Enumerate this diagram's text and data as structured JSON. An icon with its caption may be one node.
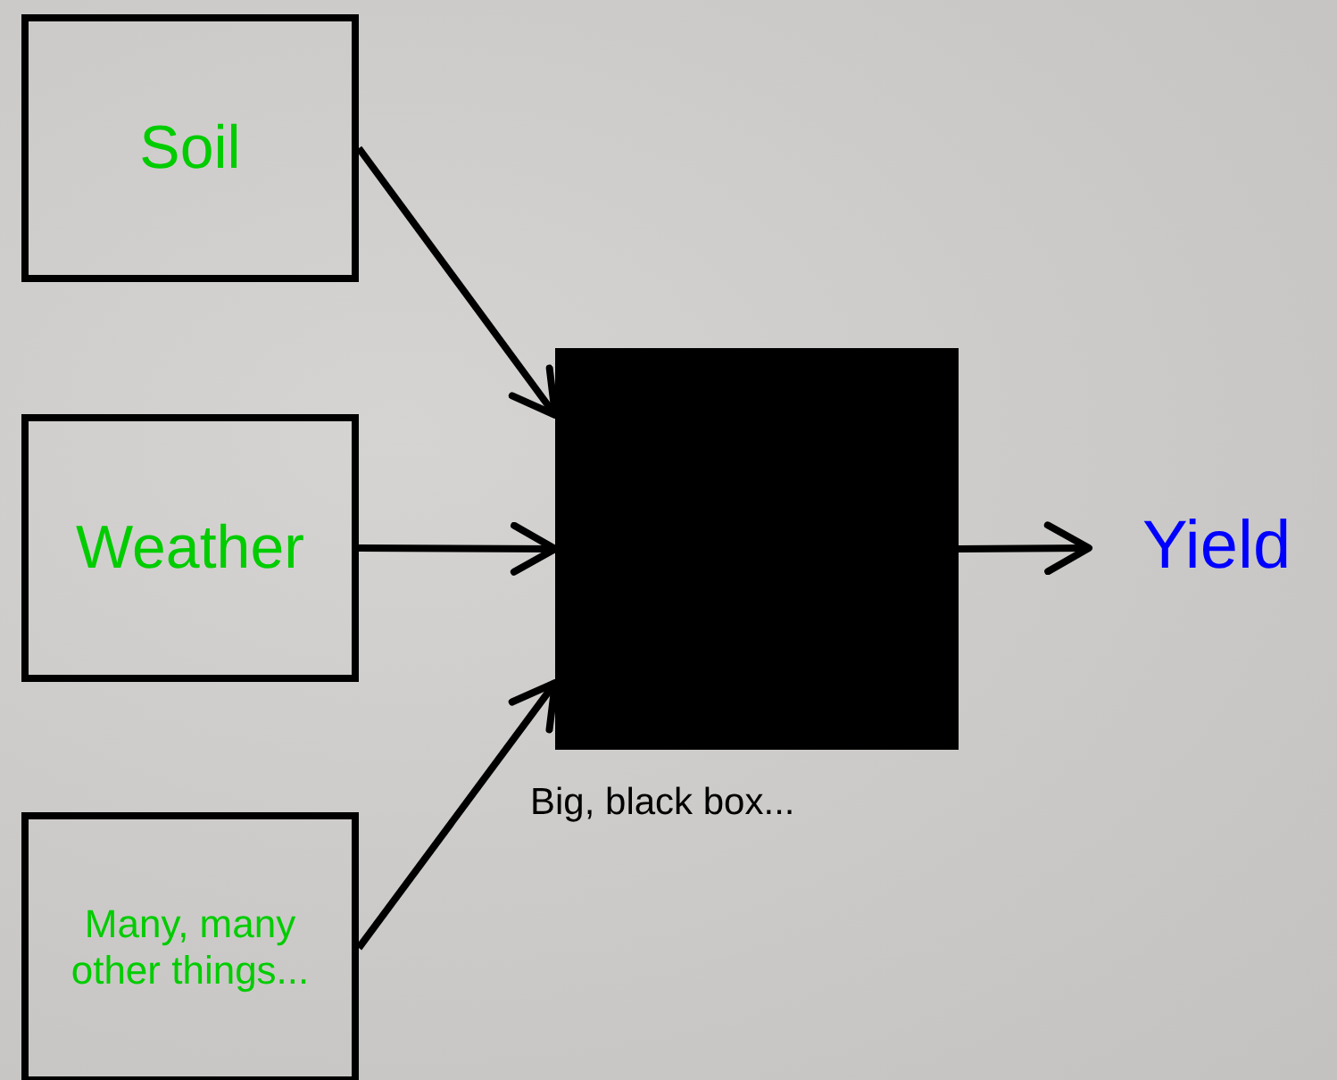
{
  "diagram": {
    "nodes": [
      {
        "text": [
          "Soil"
        ]
      },
      {
        "text": [
          "Weather"
        ]
      },
      {
        "text": [
          "Many, many other things..."
        ]
      },
      {
        "text": [],
        "shape": "box",
        "beside": [
          "Big, black box..."
        ]
      },
      {
        "text": [
          "Yield"
        ]
      }
    ],
    "edges": [
      {
        "from": 0,
        "to": 3,
        "arrow": "to"
      },
      {
        "from": 1,
        "to": 3,
        "arrow": "to"
      },
      {
        "from": 2,
        "to": 3,
        "arrow": "to"
      },
      {
        "from": 3,
        "to": 4,
        "arrow": "to"
      }
    ]
  }
}
